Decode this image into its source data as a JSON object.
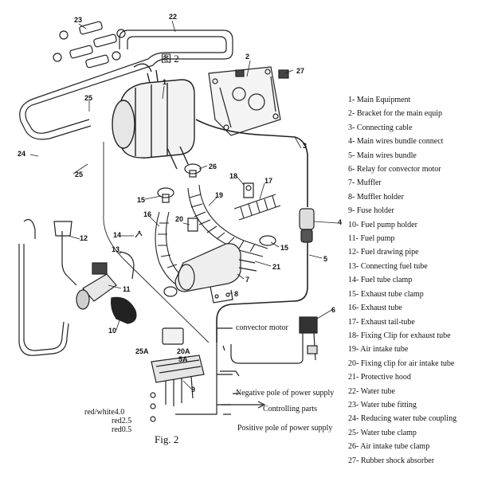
{
  "figure_caption": "Fig. 2",
  "figure_caption_cn": "图 2",
  "legend": [
    "1- Main Equipment",
    "2- Bracket for the main equip",
    "3- Connecting cable",
    "4- Main wires bundle connect",
    "5- Main wires bundle",
    "6- Relay for convector motor",
    "7- Muffler",
    "8- Muffler holder",
    "9- Fuse holder",
    "10- Fuel pump holder",
    "11- Fuel pump",
    "12- Fuel drawing pipe",
    "13- Connecting fuel tube",
    "14- Fuel tube clamp",
    "15- Exhaust tube clamp",
    "16- Exhaust tube",
    "17- Exhaust tail-tube",
    "18- Fixing Clip for exhaust tube",
    "19- Air intake tube",
    "20- Fixing clip for air intake tube",
    "21- Protective hood",
    "22- Water tube",
    "23- Water tube fitting",
    "24- Reducing water tube coupling",
    "25- Water tube clamp",
    "26- Air intake tube clamp",
    "27- Rubber shock absorber"
  ],
  "callouts": [
    "23",
    "22",
    "2",
    "27",
    "1",
    "25",
    "24",
    "25",
    "3",
    "26",
    "18",
    "17",
    "19",
    "15",
    "16",
    "20",
    "4",
    "12",
    "14",
    "13",
    "15",
    "21",
    "5",
    "11",
    "7",
    "8",
    "6",
    "10",
    "9"
  ],
  "wire_labels": {
    "convector": "convector motor",
    "negative": "Negative pole of power supply",
    "controlling": "Controlling parts",
    "positive": "Positive pole of power supply",
    "red_white": "red/white4.0",
    "red25": "red2.5",
    "red05": "red0.5"
  },
  "fuse_labels": {
    "f25": "25A",
    "f20": "20A",
    "f5": "5A"
  }
}
